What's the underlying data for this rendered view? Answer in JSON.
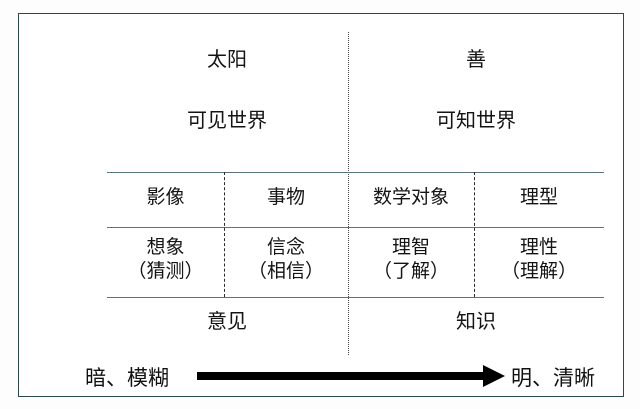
{
  "diagram": {
    "title_left": "太阳",
    "title_right": "善",
    "subtitle_left": "可见世界",
    "subtitle_right": "可知世界",
    "footer_left": "意见",
    "footer_right": "知识",
    "columns": [
      {
        "object": "影像",
        "faculty": "想象",
        "faculty_alt": "（猜测）"
      },
      {
        "object": "事物",
        "faculty": "信念",
        "faculty_alt": "（相信）"
      },
      {
        "object": "数学对象",
        "faculty": "理智",
        "faculty_alt": "（了解）"
      },
      {
        "object": "理型",
        "faculty": "理性",
        "faculty_alt": "（理解）"
      }
    ],
    "axis": {
      "start_label": "暗、模糊",
      "end_label": "明、清晰",
      "arrow_icon": "right-arrow-icon"
    },
    "colors": {
      "frame_border": "#2e4754",
      "rule": "#5a7382",
      "divider": "#4a4a4a",
      "text": "#141414",
      "arrow": "#000000",
      "background": "#ffffff"
    }
  }
}
